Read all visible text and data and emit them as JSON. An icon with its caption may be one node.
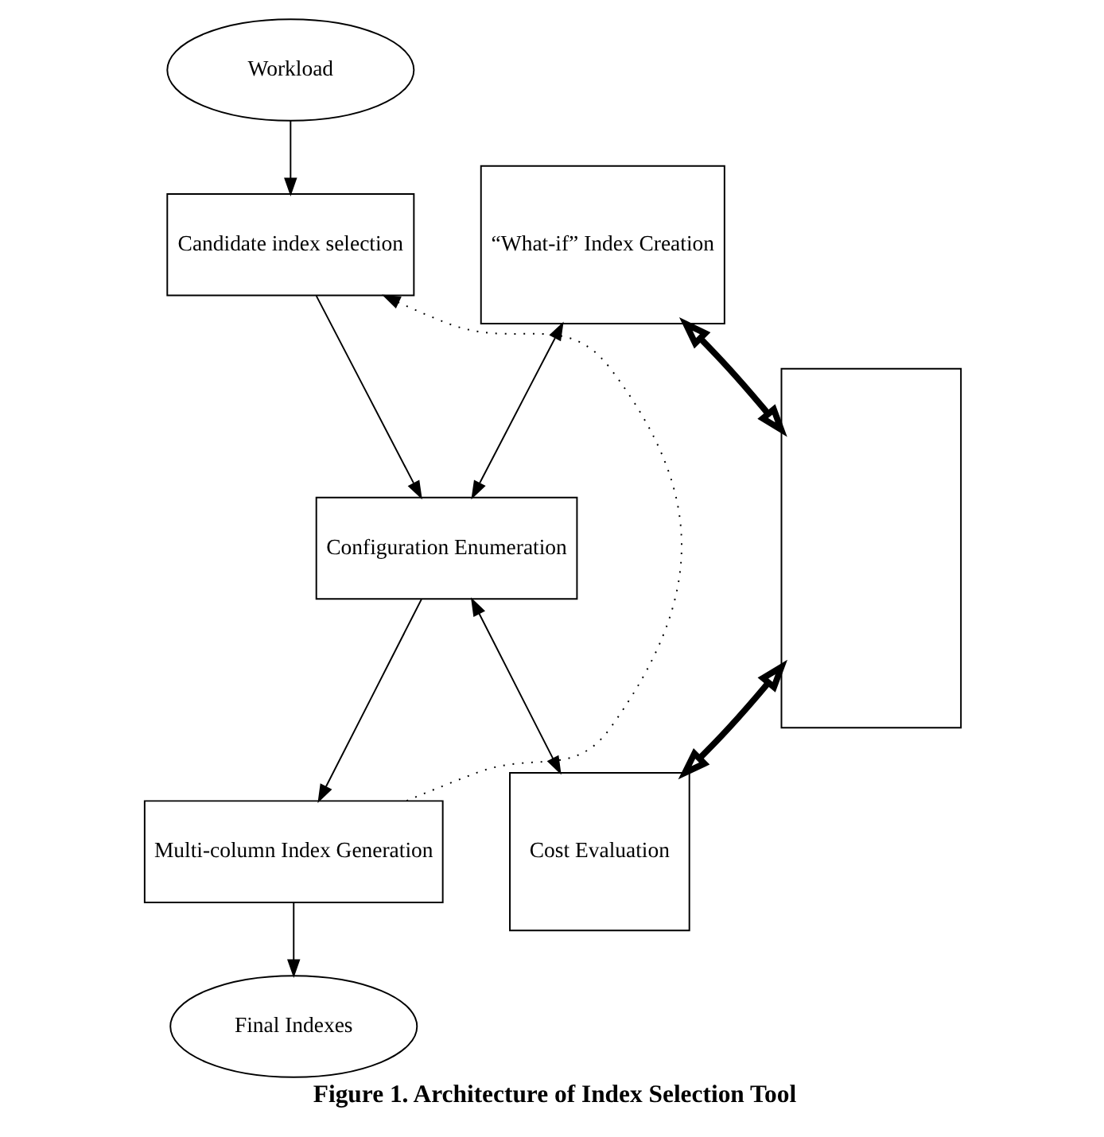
{
  "diagram": {
    "caption": "Figure 1. Architecture of Index Selection Tool",
    "nodes": [
      {
        "text": [
          "Workload"
        ]
      },
      {
        "text": [
          "Candidate index selection"
        ]
      },
      {
        "text": [
          "Configuration Enumeration"
        ]
      },
      {
        "text": [
          "Multi-column Index Generation"
        ]
      },
      {
        "text": [
          "Final Indexes"
        ]
      },
      {
        "text": [
          "“What-if” Index Creation"
        ]
      },
      {
        "text": [
          "Cost Evaluation"
        ]
      },
      {
        "text": [],
        "shape": "box"
      }
    ],
    "edges": [
      {
        "from": 0,
        "to": 1,
        "arrow": "to"
      },
      {
        "from": 1,
        "to": 2,
        "arrow": "to"
      },
      {
        "from": 2,
        "to": 3,
        "arrow": "to"
      },
      {
        "from": 3,
        "to": 4,
        "arrow": "to"
      },
      {
        "from": 3,
        "to": 1,
        "arrow": "to",
        "style": "dashed"
      },
      {
        "from": 2,
        "to": 5,
        "arrow": "both"
      },
      {
        "from": 2,
        "to": 6,
        "arrow": "both"
      },
      {
        "from": 5,
        "to": 7,
        "arrow": "both",
        "style": "thick"
      },
      {
        "from": 6,
        "to": 7,
        "arrow": "both",
        "style": "thick"
      }
    ]
  }
}
